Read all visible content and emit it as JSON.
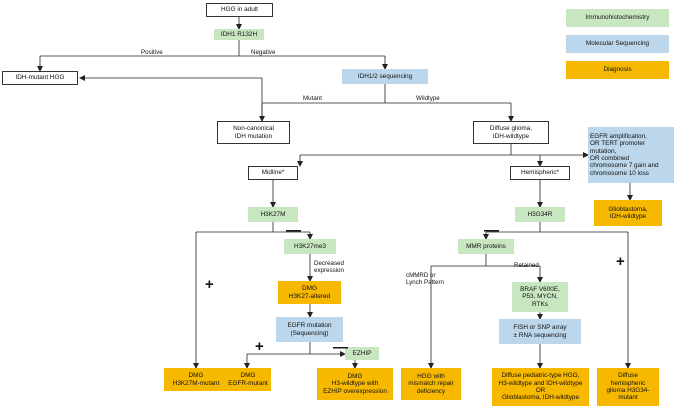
{
  "legend": {
    "immuno": "Immunohistochemistry",
    "molecular": "Molecular Sequencing",
    "diagnosis": "Diagnosis"
  },
  "nodes": {
    "hgg_adult": "HGG in adult",
    "idh1_r132h": "IDH1 R132H",
    "idh_mutant_hgg": "IDH-mutant HGG",
    "idh_seq": "IDH1/2 sequencing",
    "noncanonical": "Non-canonical\nIDH mutation",
    "diffuse_glioma": "Diffuse glioma,\nIDH-wildtype",
    "egfr_box": "EGFR amplification,\nOR TERT promoter\nmutation,\nOR combined\nchromosome 7 gain and\nchromosome 10 loss",
    "gbm_right": "Glioblastoma,\nIDH-wildtype",
    "midline": "Midline*",
    "hemispheric": "Hemispheric*",
    "h3k27m": "H3K27M",
    "h3k27me3": "H3K27me3",
    "dmg_altered": "DMG\nH3K27-altered",
    "egfr_mut_seq": "EGFR mutation\n(Sequencing)",
    "ezhip": "EZHIP",
    "dmg_k27m": "DMG\nH3K27M-mutant",
    "dmg_egfr": "DMG\nEGFR-mutant",
    "dmg_ezhip": "DMG\nH3-wildtype with\nEZHIP overexpression",
    "h3g34r": "H3G34R",
    "mmr": "MMR proteins",
    "braf": "BRAF V600E,\nP53, MYCN,\nRTKs",
    "fish": "FISH or SNP array\n± RNA sequencing",
    "hgg_mmr": "HGG with\nmismatch repair\ndeficiency",
    "diffuse_pediatric": "Diffuse pediatric-type HGG,\nH3-wildtype and IDH-wildtype\nOR\nGlioblastoma, IDH-wildtype",
    "diffuse_hemi": "Diffuse\nhemispheric\nglioma H3G34-\nmutant"
  },
  "edge_labels": {
    "positive": "Positive",
    "negative": "Negative",
    "mutant": "Mutant",
    "wildtype": "Wildtype",
    "decreased": "Decreased\nexpression",
    "retained": "Retained",
    "cmmrd": "cMMRD or\nLynch Pattern"
  },
  "signs": {
    "plus": "+",
    "minus": "—"
  },
  "colors": {
    "immuno": "#c8e6c0",
    "molecular": "#bcd7ec",
    "diagnosis": "#f7b800"
  }
}
